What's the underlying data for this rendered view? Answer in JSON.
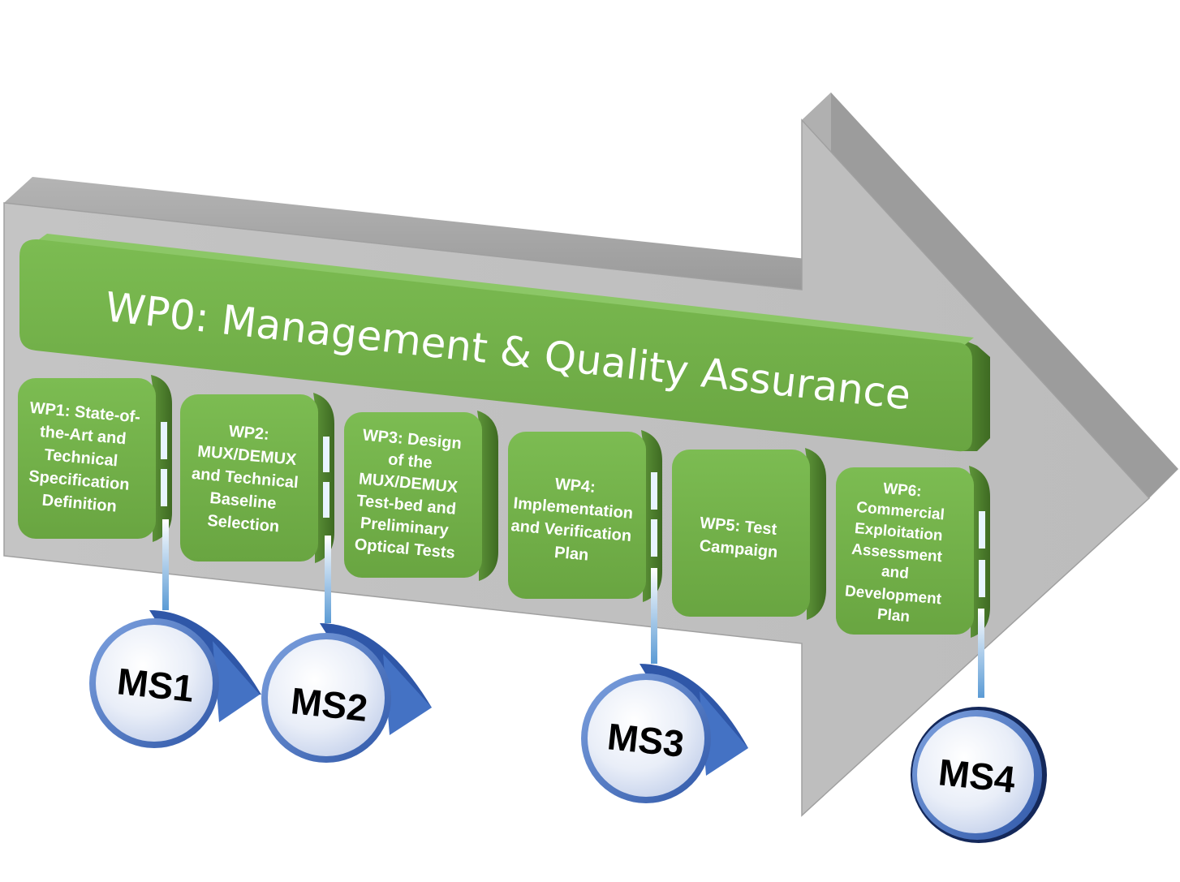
{
  "wp0": {
    "label": "WP0: Management & Quality Assurance"
  },
  "work_packages": [
    {
      "id": "wp1",
      "lines": [
        "WP1: State-of-",
        "the-Art and",
        "Technical",
        "Specification",
        "Definition"
      ]
    },
    {
      "id": "wp2",
      "lines": [
        "WP2:",
        "MUX/DEMUX",
        "and Technical",
        "Baseline",
        "Selection"
      ]
    },
    {
      "id": "wp3",
      "lines": [
        "WP3: Design",
        "of the",
        "MUX/DEMUX",
        "Test-bed and",
        "Preliminary",
        "Optical Tests"
      ]
    },
    {
      "id": "wp4",
      "lines": [
        "WP4:",
        "Implementation",
        "and Verification",
        "Plan"
      ]
    },
    {
      "id": "wp5",
      "lines": [
        "WP5: Test",
        "Campaign"
      ]
    },
    {
      "id": "wp6",
      "lines": [
        "WP6:",
        "Commercial",
        "Exploitation",
        "Assessment",
        "and",
        "Development",
        "Plan"
      ]
    }
  ],
  "milestones": [
    {
      "id": "ms1",
      "label": "MS1"
    },
    {
      "id": "ms2",
      "label": "MS2"
    },
    {
      "id": "ms3",
      "label": "MS3"
    },
    {
      "id": "ms4",
      "label": "MS4"
    }
  ],
  "colors": {
    "arrow_face": "#bfbfbf",
    "arrow_top": "#a6a6a6",
    "arrow_side": "#8c8c8c",
    "wp_green": "#70ad47",
    "wp_green_dark": "#4e7f30",
    "wp_text": "#ffffff",
    "milestone_blue": "#4472c4",
    "milestone_face": "#e8edf7",
    "milestone_text": "#000000"
  }
}
